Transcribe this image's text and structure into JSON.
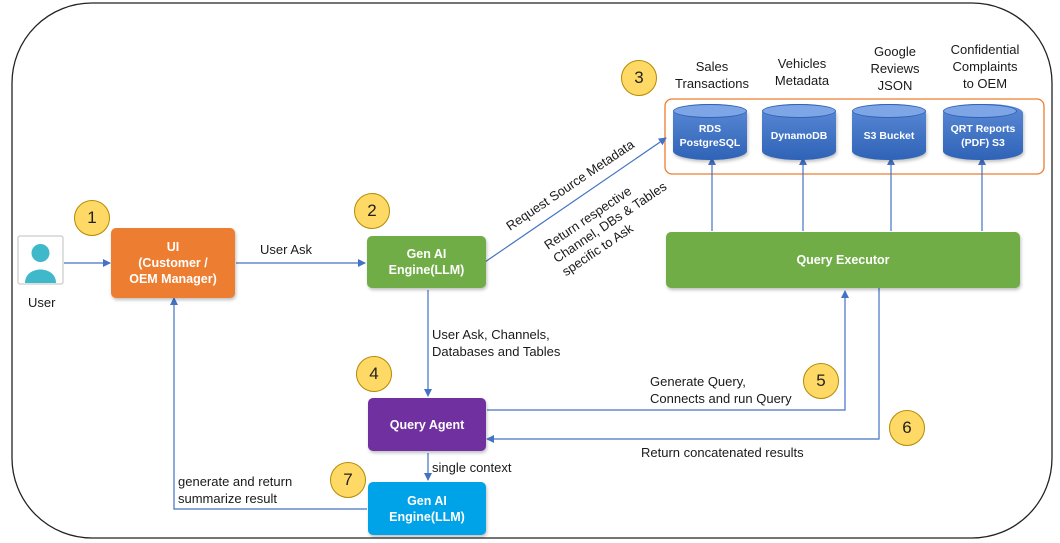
{
  "colors": {
    "ui_box": "#ed7d31",
    "llm_box": "#70ad47",
    "query_agent": "#7030a0",
    "query_executor": "#70ad47",
    "final_llm": "#00a2e8",
    "db": "#3b6fc4",
    "circle": "#ffd966",
    "arrow": "#4472c4",
    "sources_border": "#ed7d31"
  },
  "icons": {
    "user": "user-icon"
  },
  "nodes": {
    "user_label": "User",
    "ui": "UI\n(Customer /\nOEM Manager)",
    "gen_ai_1": "Gen AI\nEngine(LLM)",
    "query_agent": "Query Agent",
    "gen_ai_2": "Gen AI\nEngine(LLM)",
    "query_executor": "Query Executor"
  },
  "steps": [
    "1",
    "2",
    "3",
    "4",
    "5",
    "6",
    "7"
  ],
  "data_sources": [
    {
      "heading": "Sales\nTransactions",
      "db": "RDS\nPostgreSQL"
    },
    {
      "heading": "Vehicles\nMetadata",
      "db": "DynamoDB"
    },
    {
      "heading": "Google\nReviews\nJSON",
      "db": "S3 Bucket"
    },
    {
      "heading": "Confidential\nComplaints\nto OEM",
      "db": "QRT Reports\n(PDF) S3"
    }
  ],
  "edge_labels": {
    "user_ask": "User Ask",
    "request_metadata": "Request Source Metadata",
    "return_respective": "Return respective\nChannel, DBs & Tables\nspecific to Ask",
    "ask_channels": "User Ask, Channels,\nDatabases and Tables",
    "generate_query": "Generate Query,\nConnects and run Query",
    "return_concat": "Return concatenated results",
    "single_context": "single context",
    "generate_summary": "generate and return\nsummarize result"
  }
}
